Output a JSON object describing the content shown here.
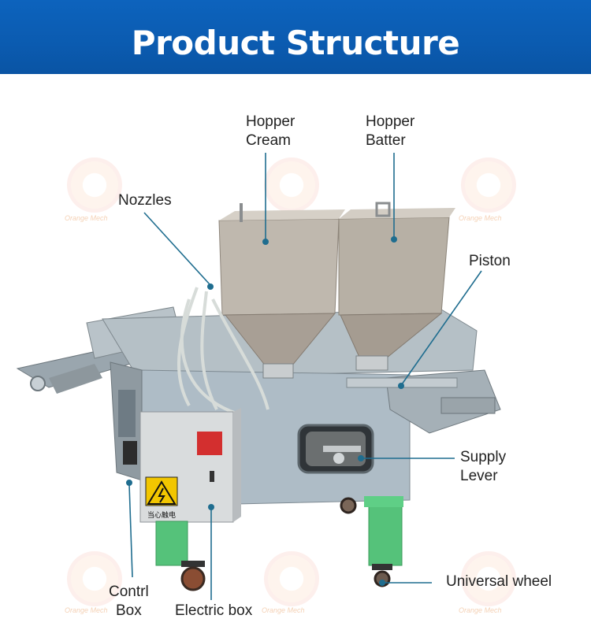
{
  "header": {
    "title": "Product Structure",
    "bg_color": "#0b5bb0"
  },
  "watermark": {
    "text": "Orange Mech"
  },
  "labels": {
    "hopper_cream": [
      "Hopper",
      "Cream"
    ],
    "hopper_batter": [
      "Hopper",
      "Batter"
    ],
    "nozzles": "Nozzles",
    "piston": "Piston",
    "supply_lever": [
      "Supply",
      "Lever"
    ],
    "universal_wheel": "Universal wheel",
    "control_box": [
      "Contrl",
      "Box"
    ],
    "electric_box": "Electric box"
  },
  "sticker": {
    "warning_text": "当心触电"
  },
  "colors": {
    "leader_line": "#1f6d8f",
    "machine_body": "#aebcc6",
    "legs": "#55c27a"
  }
}
